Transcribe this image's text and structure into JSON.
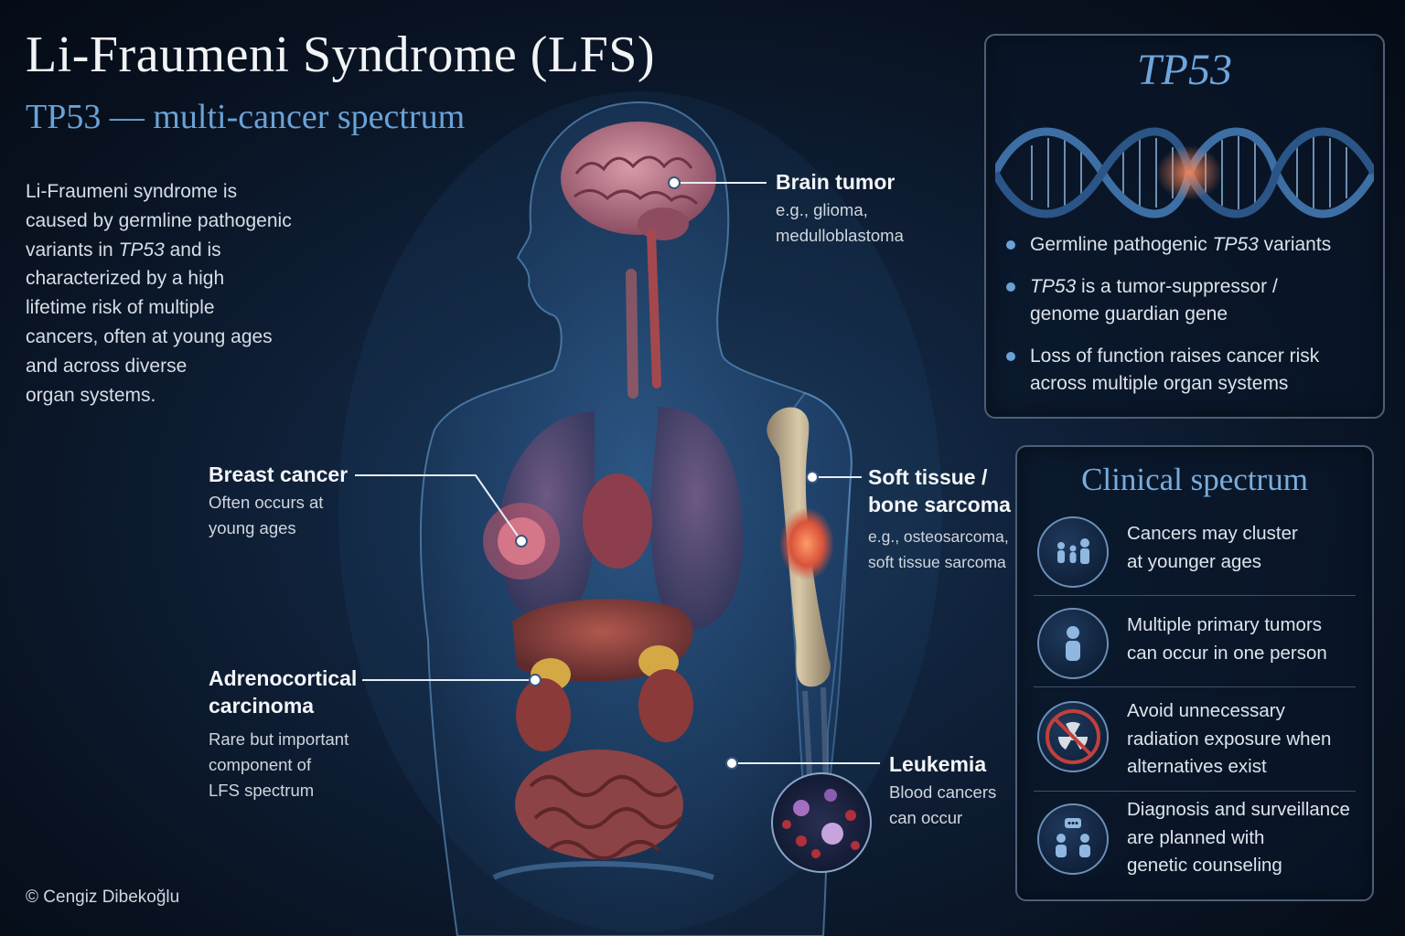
{
  "header": {
    "title": "Li-Fraumeni Syndrome (LFS)",
    "subtitle": "TP53 — multi-cancer spectrum"
  },
  "intro_lines": [
    "Li-Fraumeni syndrome is",
    "caused by germline pathogenic",
    "variants in",
    "TP53",
    "and is",
    "characterized by a high",
    "lifetime risk of multiple",
    "cancers, often at young ages",
    "and across diverse",
    "organ systems."
  ],
  "labels": {
    "brain": {
      "title": "Brain tumor",
      "desc1": "e.g., glioma,",
      "desc2": "medulloblastoma"
    },
    "breast": {
      "title": "Breast cancer",
      "desc1": "Often occurs at",
      "desc2": "young ages"
    },
    "sarcoma": {
      "title1": "Soft tissue /",
      "title2": "bone sarcoma",
      "desc1": "e.g., osteosarcoma,",
      "desc2": "soft tissue sarcoma"
    },
    "adrenal": {
      "title1": "Adrenocortical",
      "title2": "carcinoma",
      "desc1": "Rare but important",
      "desc2": "component of",
      "desc3": "LFS spectrum"
    },
    "leukemia": {
      "title": "Leukemia",
      "desc1": "Blood cancers",
      "desc2": "can occur"
    }
  },
  "tp53_panel": {
    "title": "TP53",
    "bullets": [
      {
        "pre": "Germline pathogenic ",
        "em": "TP53",
        "post": " variants",
        "line2": ""
      },
      {
        "pre": "",
        "em": "TP53",
        "post": " is a tumor-suppressor /",
        "line2": "genome guardian gene"
      },
      {
        "pre": "Loss of function raises cancer risk",
        "em": "",
        "post": "",
        "line2": "across multiple organ systems"
      }
    ]
  },
  "clinical_panel": {
    "title": "Clinical spectrum",
    "items": [
      {
        "icon": "family-icon",
        "line1": "Cancers may cluster",
        "line2": "at younger ages",
        "line3": ""
      },
      {
        "icon": "person-icon",
        "line1": "Multiple primary tumors",
        "line2": "can occur in one person",
        "line3": ""
      },
      {
        "icon": "no-radiation-icon",
        "line1": "Avoid unnecessary",
        "line2": "radiation exposure when",
        "line3": "alternatives exist"
      },
      {
        "icon": "counseling-icon",
        "line1": "Diagnosis and surveillance",
        "line2": "are planned with",
        "line3": "genetic counseling"
      }
    ]
  },
  "footer": {
    "copyright": "© Cengiz Dibekoğlu"
  },
  "colors": {
    "accent": "#6aa2d6",
    "panel_border": "#4d5f78",
    "background": "#0b1628"
  }
}
